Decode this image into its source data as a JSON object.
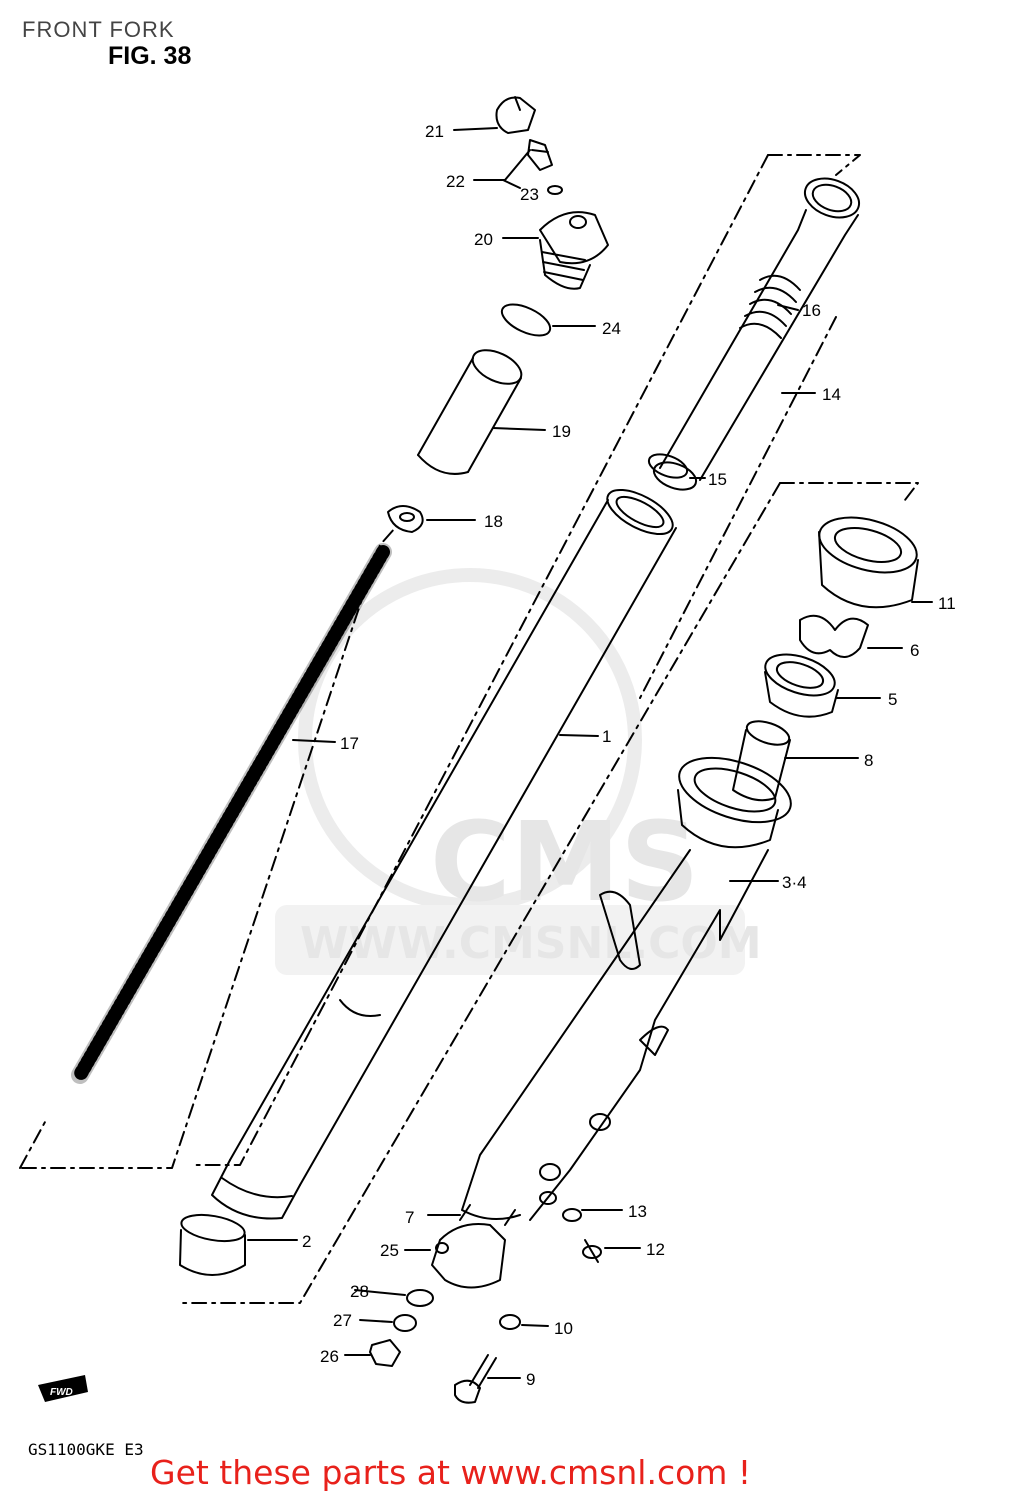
{
  "header": {
    "section_title": "FRONT FORK",
    "figure_label": "FIG. 38"
  },
  "footer": {
    "model_code": "GS1100GKE E3",
    "cta": "Get these parts at www.cmsnl.com !"
  },
  "watermark": {
    "brand": "CMS",
    "url": "WWW.CMSNL.COM"
  },
  "direction_marker": {
    "label": "FWD"
  },
  "callouts": [
    "21",
    "22",
    "23",
    "20",
    "24",
    "19",
    "18",
    "16",
    "14",
    "15",
    "11",
    "6",
    "5",
    "8",
    "3·4",
    "17",
    "1",
    "2",
    "7",
    "25",
    "28",
    "27",
    "26",
    "13",
    "12",
    "10",
    "9"
  ],
  "colors": {
    "line": "#000000",
    "cta": "#e8211b",
    "watermark": "#e6e6e6"
  }
}
